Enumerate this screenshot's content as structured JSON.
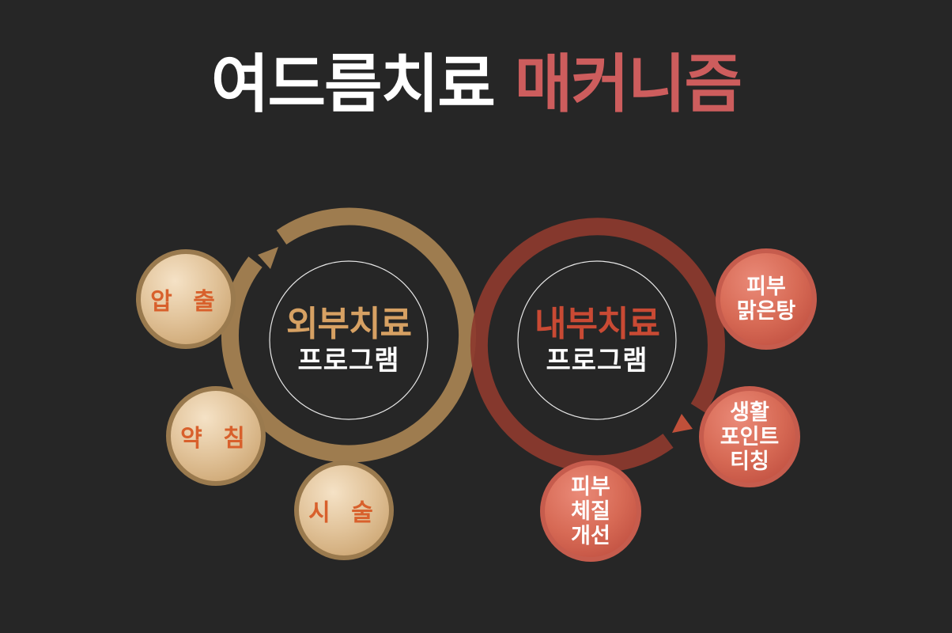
{
  "title": {
    "part1": "여드름치료",
    "part2": "매커니즘"
  },
  "colors": {
    "background": "#262626",
    "title_accent": "#cd5d5d",
    "external_ring": "#9e7c4f",
    "internal_ring": "#8d3a2e",
    "external_text": "#d7a163",
    "internal_text": "#c94a34"
  },
  "external": {
    "title": "외부치료",
    "subtitle": "프로그램",
    "items": [
      "압 출",
      "약 침",
      "시 술"
    ]
  },
  "internal": {
    "title": "내부치료",
    "subtitle": "프로그램",
    "items": [
      "피부\n맑은탕",
      "생활\n포인트\n티칭",
      "피부\n체질\n개선"
    ]
  }
}
